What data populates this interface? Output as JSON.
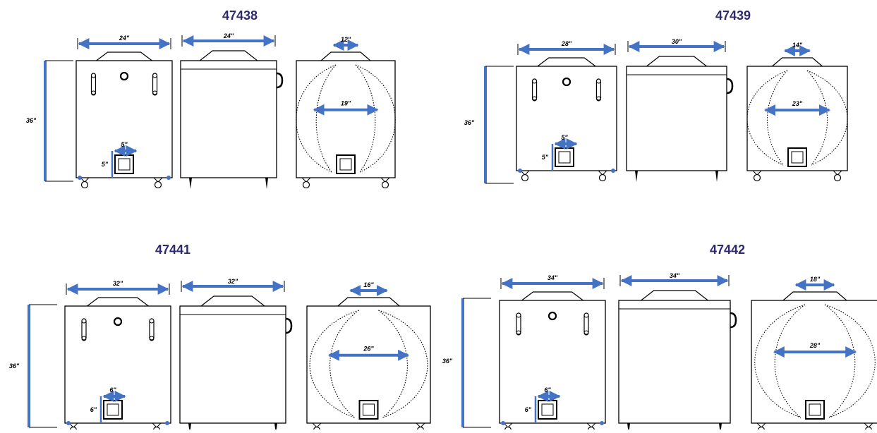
{
  "colors": {
    "dimension": "#4472c4",
    "title": "#2e2b6b",
    "ink": "#000000"
  },
  "models": [
    {
      "model": "47438",
      "height_label": "36\"",
      "front_width_label": "24\"",
      "side_width_label": "24\"",
      "mouth_label": "12\"",
      "belly_label": "19\"",
      "door_width_label": "5\"",
      "door_height_label": "5\""
    },
    {
      "model": "47439",
      "height_label": "36\"",
      "front_width_label": "28\"",
      "side_width_label": "30\"",
      "mouth_label": "14\"",
      "belly_label": "23\"",
      "door_width_label": "5\"",
      "door_height_label": "5\""
    },
    {
      "model": "47441",
      "height_label": "36\"",
      "front_width_label": "32\"",
      "side_width_label": "32\"",
      "mouth_label": "16\"",
      "belly_label": "26\"",
      "door_width_label": "6\"",
      "door_height_label": "6\""
    },
    {
      "model": "47442",
      "height_label": "36\"",
      "front_width_label": "34\"",
      "side_width_label": "34\"",
      "mouth_label": "18\"",
      "belly_label": "28\"",
      "door_width_label": "6\"",
      "door_height_label": "6\""
    }
  ]
}
